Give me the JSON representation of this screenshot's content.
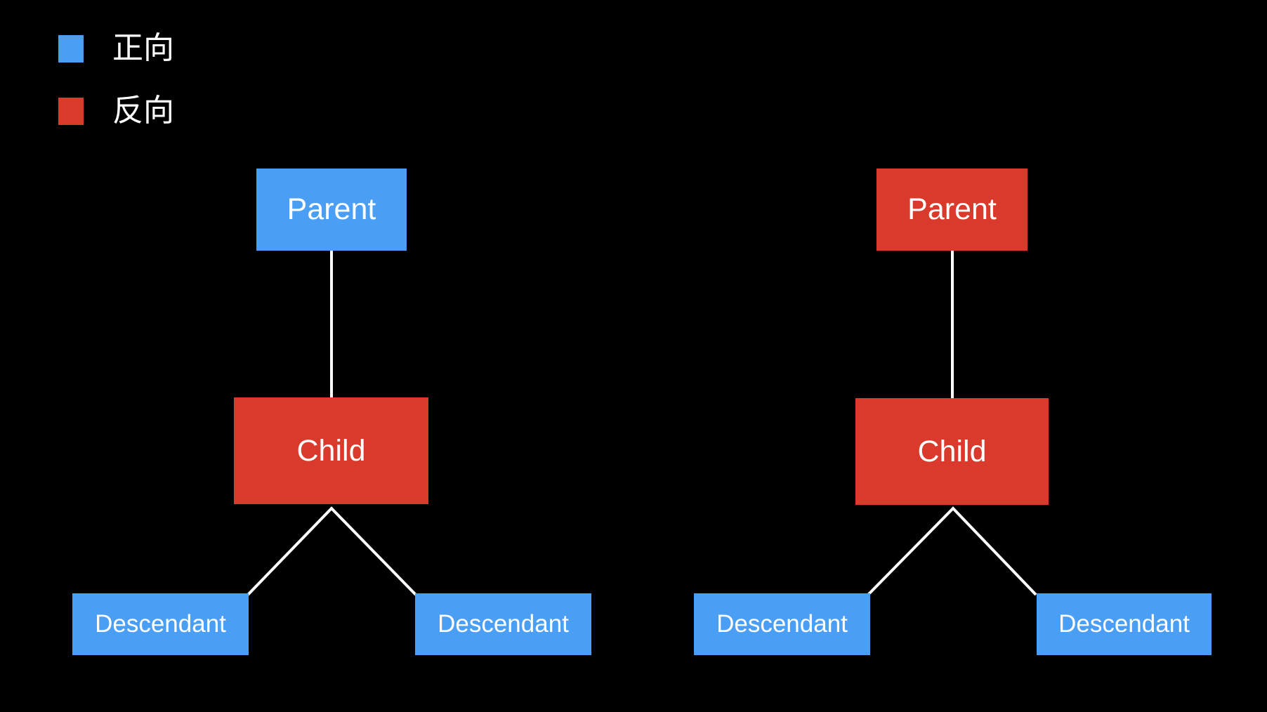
{
  "canvas": {
    "background_color": "#000000",
    "connector_color": "#FFFFFF",
    "text_color": "#FFFFFF"
  },
  "legend": {
    "items": [
      {
        "label": "正向",
        "color": "#4A9FF5"
      },
      {
        "label": "反向",
        "color": "#D93A2B"
      }
    ]
  },
  "trees": [
    {
      "id": "left",
      "nodes": {
        "parent": {
          "label": "Parent",
          "color": "#4A9FF5"
        },
        "child": {
          "label": "Child",
          "color": "#D93A2B"
        },
        "descendant_left": {
          "label": "Descendant",
          "color": "#4A9FF5"
        },
        "descendant_right": {
          "label": "Descendant",
          "color": "#4A9FF5"
        }
      },
      "edges": [
        {
          "from": "parent",
          "to": "child"
        },
        {
          "from": "child",
          "to": "descendant_left"
        },
        {
          "from": "child",
          "to": "descendant_right"
        }
      ]
    },
    {
      "id": "right",
      "nodes": {
        "parent": {
          "label": "Parent",
          "color": "#D93A2B"
        },
        "child": {
          "label": "Child",
          "color": "#D93A2B"
        },
        "descendant_left": {
          "label": "Descendant",
          "color": "#4A9FF5"
        },
        "descendant_right": {
          "label": "Descendant",
          "color": "#4A9FF5"
        }
      },
      "edges": [
        {
          "from": "parent",
          "to": "child"
        },
        {
          "from": "child",
          "to": "descendant_left"
        },
        {
          "from": "child",
          "to": "descendant_right"
        }
      ]
    }
  ]
}
